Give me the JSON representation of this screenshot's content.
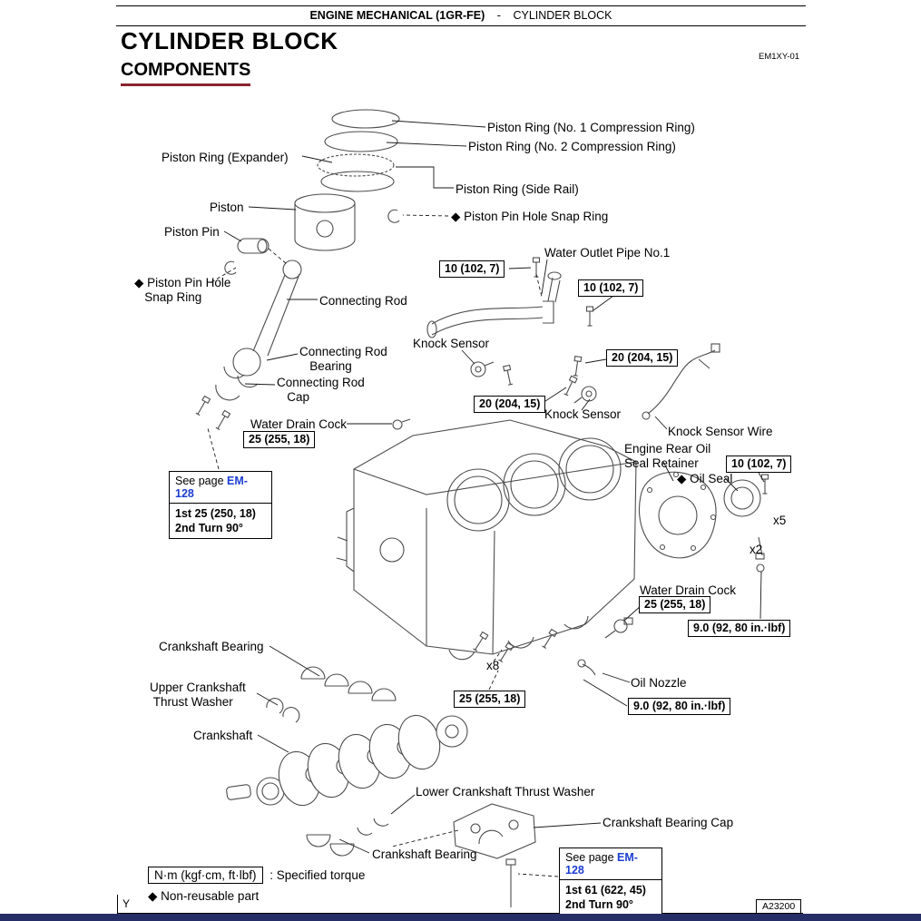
{
  "header": {
    "section": "ENGINE MECHANICAL (1GR-FE)",
    "separator": "-",
    "topic": "CYLINDER BLOCK"
  },
  "page": {
    "title": "CYLINDER BLOCK",
    "subtitle": "COMPONENTS",
    "code": "EM1XY-01"
  },
  "labels": {
    "ring1": "Piston Ring (No. 1 Compression Ring)",
    "ring2": "Piston Ring (No. 2 Compression Ring)",
    "ring_expander": "Piston Ring (Expander)",
    "ring_side_rail": "Piston Ring (Side Rail)",
    "piston": "Piston",
    "snap_ring_right": "◆ Piston Pin Hole Snap Ring",
    "piston_pin": "Piston Pin",
    "water_outlet_pipe": "Water Outlet Pipe No.1",
    "snap_ring_left": "◆ Piston Pin Hole\n   Snap Ring",
    "connecting_rod": "Connecting Rod",
    "knock_sensor_left": "Knock Sensor",
    "connecting_rod_bearing": "Connecting Rod\n   Bearing",
    "connecting_rod_cap": "Connecting Rod\n   Cap",
    "water_drain_cock_left": "Water Drain Cock",
    "knock_sensor_mid": "Knock Sensor",
    "knock_sensor_wire": "Knock Sensor Wire",
    "rear_oil_seal_retainer": "Engine Rear Oil\nSeal Retainer",
    "oil_seal": "◆ Oil Seal",
    "x5": "x5",
    "x2": "x2",
    "water_drain_cock_right": "Water Drain Cock",
    "crankshaft_bearing_top": "Crankshaft Bearing",
    "x8": "x8",
    "upper_thrust_washer": "Upper Crankshaft\n Thrust Washer",
    "oil_nozzle": "Oil Nozzle",
    "crankshaft": "Crankshaft",
    "lower_thrust_washer": "Lower Crankshaft Thrust Washer",
    "crankshaft_bearing_cap": "Crankshaft Bearing Cap",
    "crankshaft_bearing_bottom": "Crankshaft Bearing"
  },
  "torques": {
    "t10_outlet_left": "10 (102, 7)",
    "t10_outlet_right": "10 (102, 7)",
    "t20_right": "20 (204, 15)",
    "t20_left": "20 (204, 15)",
    "t25_drain_left": "25 (255, 18)",
    "t10_retainer": "10 (102, 7)",
    "t25_drain_right": "25 (255, 18)",
    "t90_right": "9.0 (92, 80 in.·lbf)",
    "t25_main": "25 (255, 18)",
    "t90_nozzle": "9.0 (92, 80 in.·lbf)"
  },
  "see_pages": {
    "rod": {
      "prefix": "See page ",
      "link": "EM-128",
      "line1": "1st 25 (250, 18)",
      "line2": "2nd Turn 90°"
    },
    "main": {
      "prefix": "See page ",
      "link": "EM-128",
      "line1": "1st 61 (622, 45)",
      "line2": "2nd Turn 90°"
    }
  },
  "footer": {
    "torque_box": "N·m (kgf·cm, ft·lbf)",
    "torque_label": ": Specified torque",
    "non_reusable": "◆ Non-reusable part",
    "corner_letter": "Y",
    "figure_code": "A23200"
  }
}
